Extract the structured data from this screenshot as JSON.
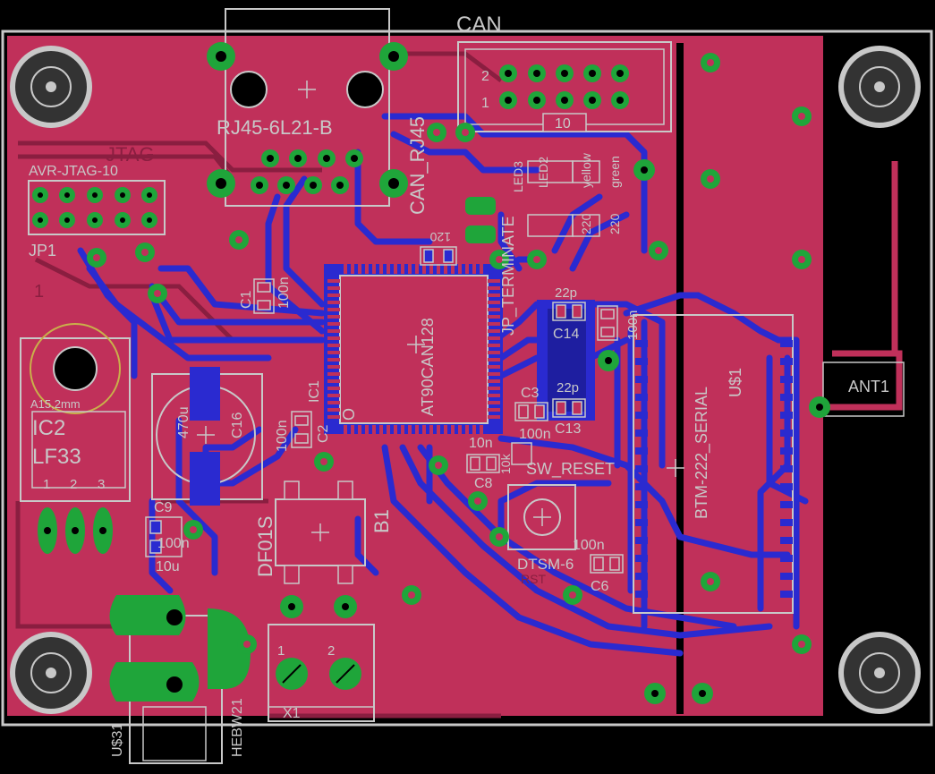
{
  "board": {
    "colors": {
      "background": "#000000",
      "copper_top": "#c0305a",
      "copper_dark": "#8a1e40",
      "copper_bottom": "#2a2ad0",
      "pad": "#1fa53a",
      "silk": "#c8c8c8",
      "via_ring": "#1fa53a"
    }
  },
  "labels": {
    "can": "CAN",
    "rj45_part": "RJ45-6L21-B",
    "can_rj45": "CAN_RJ45",
    "jtag": "JTAG",
    "avr_jtag": "AVR-JTAG-10",
    "jp1": "JP1",
    "pin1": "1",
    "header_2": "2",
    "header_1": "1",
    "header_10": "10",
    "c1": "C1",
    "c1_val": "100n",
    "r_120": "120",
    "jp_terminate": "JP_TERMINATE",
    "mcu": "AT90CAN128",
    "ic1": "IC1",
    "ic1_o": "O",
    "c2": "C2",
    "c2_val": "100n",
    "c16": "C16",
    "c16_val": "470u",
    "a15": "A15,2mm",
    "ic2": "IC2",
    "lf33": "LF33",
    "reg_pin1": "1",
    "reg_pin2": "2",
    "reg_pin3": "3",
    "c9": "C9",
    "c9_val": "100n",
    "c_10u": "10u",
    "df01s": "DF01S",
    "b1": "B1",
    "x1": "X1",
    "x1_1": "1",
    "x1_2": "2",
    "us31": "U$31",
    "hebw21": "HEBW21",
    "c3": "C3",
    "c3_val": "100n",
    "c8": "C8",
    "c8_val": "10n",
    "r10k": "10k",
    "sw_reset": "SW_RESET",
    "dtsm6": "DTSM-6",
    "rst": "RST",
    "c6": "C6",
    "c6_val": "100n",
    "c14": "C14",
    "c14_val": "22p",
    "c13": "C13",
    "c13_val": "22p",
    "q_100n": "100n",
    "btm": "BTM-222_SERIAL",
    "us1": "U$1",
    "ant1": "ANT1",
    "yellow": "yellow",
    "green": "green",
    "r220a": "220",
    "r220b": "220",
    "led3": "LED3",
    "led2": "LED2"
  }
}
